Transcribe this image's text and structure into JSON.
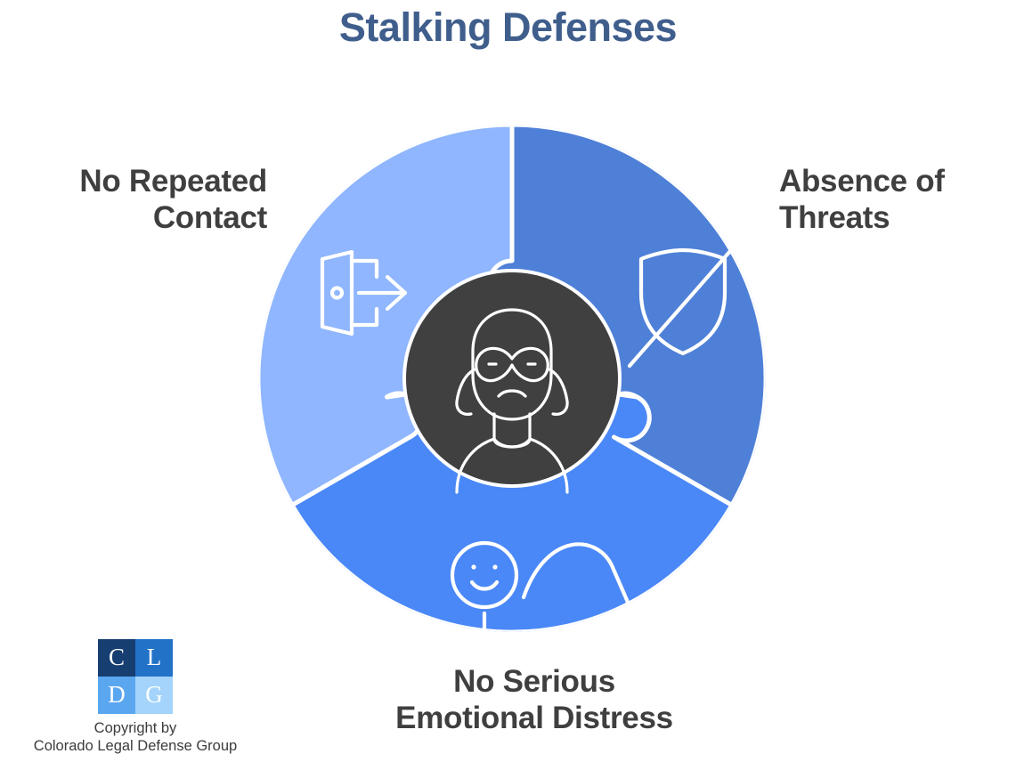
{
  "title": "Stalking Defenses",
  "theme": {
    "title_color": "#3f5e8c",
    "label_color": "#3f3f3f",
    "center_circle_color": "#404040",
    "icon_stroke_color": "#ffffff",
    "background_color": "#ffffff"
  },
  "wheel": {
    "center_icon": "masked-burglar-face-icon",
    "segments": [
      {
        "id": "no-repeated-contact",
        "label": "No Repeated\nContact",
        "color": "#8fb6fe",
        "icon": "exit-door-arrow-icon",
        "position": "left"
      },
      {
        "id": "absence-of-threats",
        "label": "Absence of\nThreats",
        "color": "#4f80d8",
        "icon": "shield-slash-icon",
        "position": "right"
      },
      {
        "id": "no-serious-emotional-distress",
        "label": "No Serious\nEmotional Distress",
        "color": "#4a88f7",
        "icon": "head-smiley-mind-icon",
        "position": "bottom"
      }
    ]
  },
  "logo": {
    "name": "cldg-logo",
    "tiles": [
      {
        "letter": "C",
        "color": "#173e71"
      },
      {
        "letter": "L",
        "color": "#2272c8"
      },
      {
        "letter": "D",
        "color": "#5aa7f0"
      },
      {
        "letter": "G",
        "color": "#a4d4fb"
      }
    ],
    "caption": "Copyright by\nColorado Legal Defense Group"
  }
}
